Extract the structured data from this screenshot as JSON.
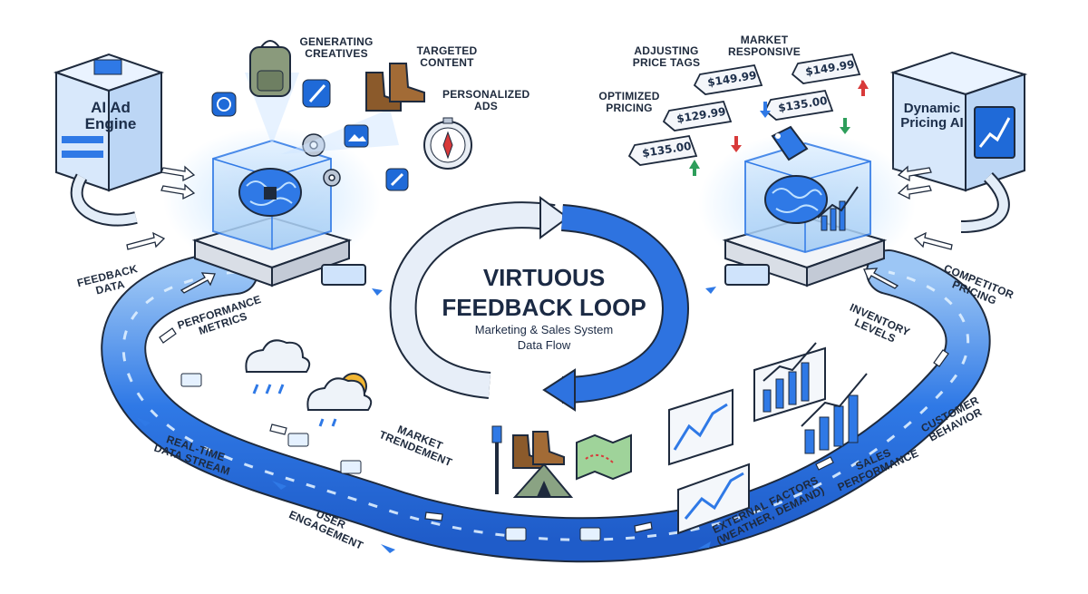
{
  "center": {
    "title_line1": "VIRTUOUS",
    "title_line2": "FEEDBACK LOOP",
    "subtitle_line1": "Marketing & Sales System",
    "subtitle_line2": "Data Flow"
  },
  "left_engine": {
    "name_line1": "AI Ad",
    "name_line2": "Engine",
    "outputs": [
      "GENERATING CREATIVES",
      "TARGETED CONTENT",
      "PERSONALIZED ADS"
    ]
  },
  "right_engine": {
    "name_line1": "Dynamic",
    "name_line2": "Pricing AI",
    "outputs": [
      "ADJUSTING PRICE TAGS",
      "MARKET RESPONSIVE",
      "OPTIMIZED PRICING"
    ],
    "price_tags": [
      "$149.99",
      "$149.99",
      "$129.99",
      "$135.00",
      "$135.00"
    ]
  },
  "flow_labels": {
    "feedback_data_1": "FEEDBACK",
    "feedback_data_2": "DATA",
    "performance_1": "PERFORMANCE",
    "performance_2": "METRICS",
    "realtime_1": "REAL-TIME",
    "realtime_2": "DATA STREAM",
    "market_1": "MARKET",
    "market_2": "TRENDEMENT",
    "user_1": "USER",
    "user_2": "ENGAGEMENT",
    "competitor_1": "COMPETITOR",
    "competitor_2": "PRICING",
    "inventory_1": "INVENTORY",
    "inventory_2": "LEVELS",
    "customer_1": "CUSTOMER",
    "customer_2": "BEHAVIOR",
    "sales_1": "SALES",
    "sales_2": "PERFORMANCE",
    "external_1": "EXTERNAL FACTORS",
    "external_2": "(WEATHER, DEMAND)"
  },
  "colors": {
    "primary_blue": "#2563d9",
    "light_blue": "#cfe3fb",
    "outline": "#1e2a3d",
    "arrow_fill": "#e7eef8",
    "green": "#2e9e5b",
    "red": "#d83a3a"
  },
  "icons": [
    "server-icon",
    "brain-icon",
    "gear-icon",
    "backpack-icon",
    "boots-icon",
    "compass-icon",
    "image-icon",
    "brush-icon",
    "shutter-icon",
    "price-tag-icon",
    "cloud-rain-icon",
    "cloud-sun-icon",
    "tent-icon",
    "map-icon",
    "hiking-pole-icon",
    "line-chart-icon",
    "bar-chart-icon"
  ]
}
